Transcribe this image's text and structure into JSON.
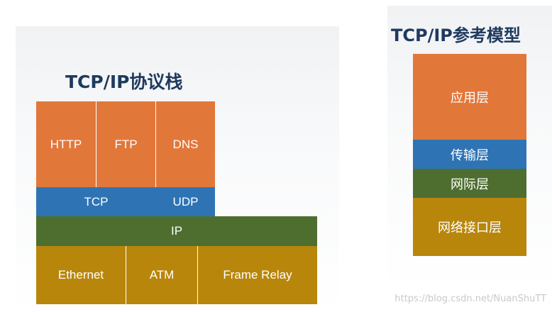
{
  "stack": {
    "title": "TCP/IP协议栈",
    "application_protocols": [
      "HTTP",
      "FTP",
      "DNS"
    ],
    "transport_protocols": [
      "TCP",
      "UDP"
    ],
    "network_protocol": "IP",
    "link_protocols": [
      "Ethernet",
      "ATM",
      "Frame Relay"
    ]
  },
  "model": {
    "title": "TCP/IP参考模型",
    "layers": [
      "应用层",
      "传输层",
      "网际层",
      "网络接口层"
    ]
  },
  "watermark": "https://blog.csdn.net/NuanShuTT",
  "colors": {
    "application": "#e2773a",
    "transport": "#2e74b5",
    "internet": "#4e6e30",
    "link": "#b8860b",
    "title": "#1f3a5f"
  }
}
